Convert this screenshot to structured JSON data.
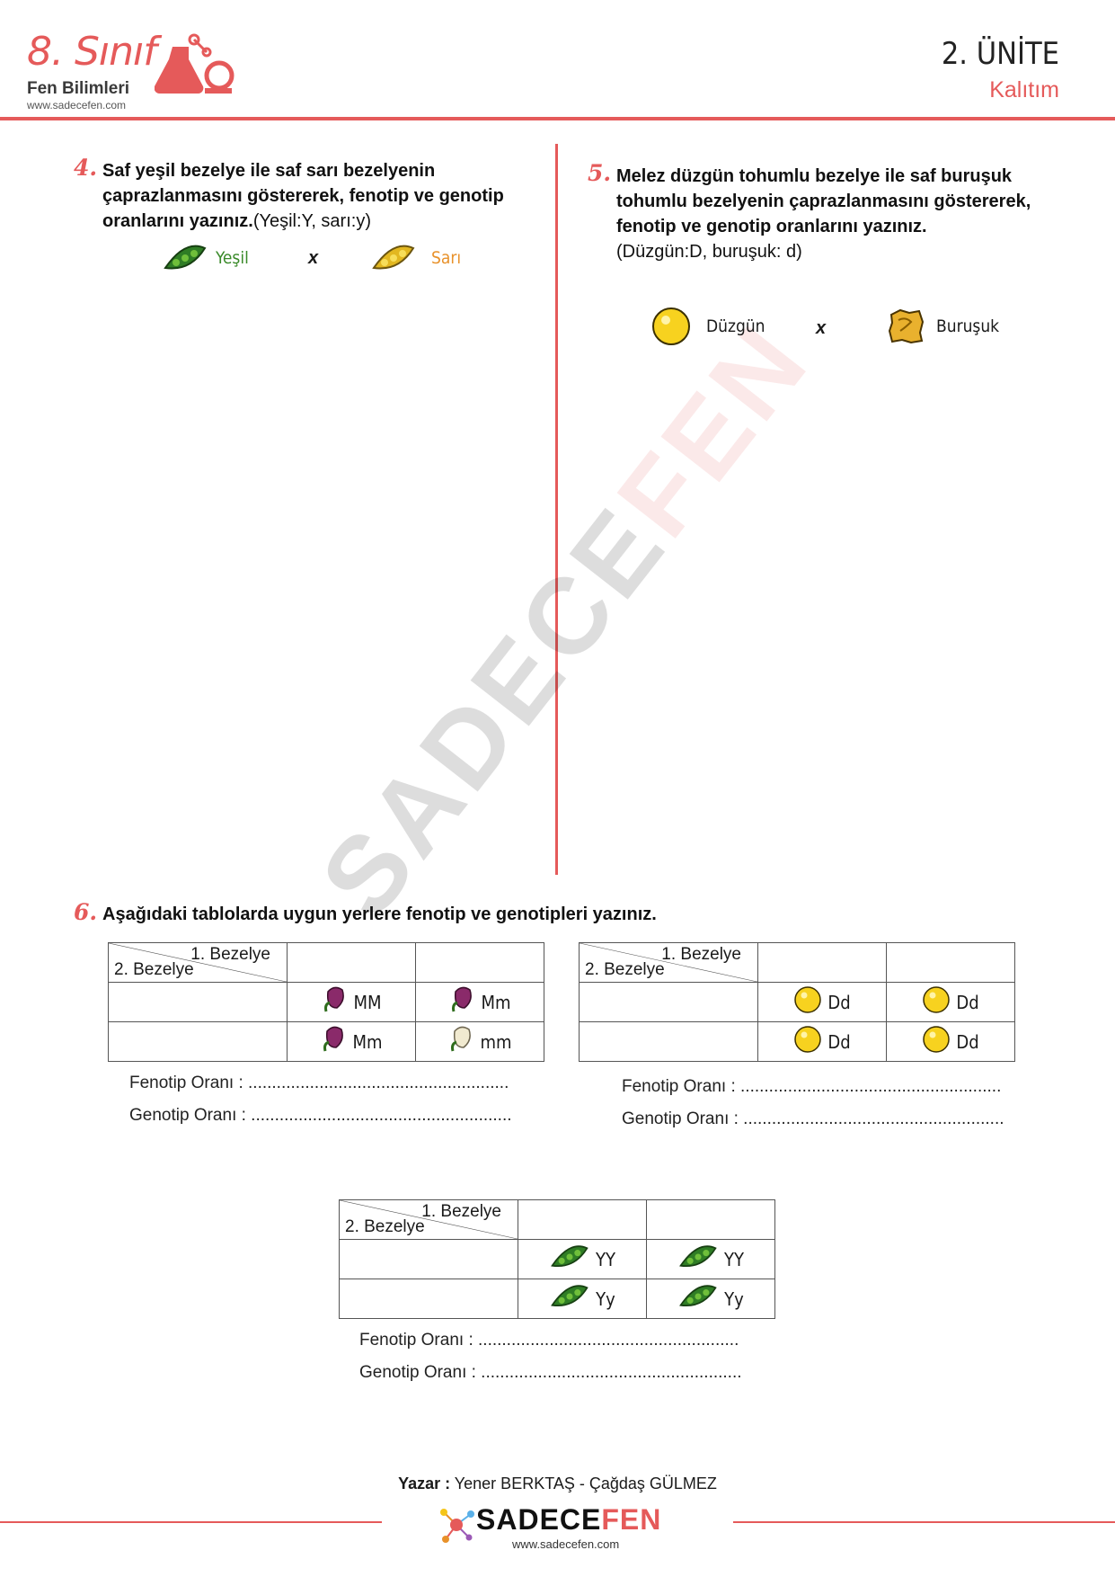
{
  "header": {
    "brand_title": "8. Sınıf",
    "brand_subtitle": "Fen Bilimleri",
    "brand_url": "www.sadecefen.com",
    "unit_number": "2. ÜNİTE",
    "unit_name": "Kalıtım"
  },
  "questions": {
    "q4": {
      "number": "4.",
      "bold": "Saf yeşil bezelye ile saf sarı bezelyenin çaprazlanmasını göstererek, fenotip ve genotip oranlarını yazınız.",
      "normal": "(Yeşil:Y, sarı:y)",
      "left_label": "Yeşil",
      "cross": "x",
      "right_label": "Sarı"
    },
    "q5": {
      "number": "5.",
      "bold": "Melez düzgün tohumlu bezelye ile saf buruşuk tohumlu bezelyenin çaprazlanmasını göstererek, fenotip ve genotip oranlarını yazınız.",
      "normal": "(Düzgün:D, buruşuk: d)",
      "left_label": "Düzgün",
      "cross": "x",
      "right_label": "Buruşuk"
    },
    "q6": {
      "number": "6.",
      "text": "Aşağıdaki tablolarda uygun yerlere fenotip ve genotipleri yazınız."
    }
  },
  "tables": {
    "t1": {
      "header1": "1. Bezelye",
      "header2": "2. Bezelye",
      "r1c1": "MM",
      "r1c2": "Mm",
      "r2c1": "Mm",
      "r2c2": "mm",
      "fenotip": "Fenotip Oranı : .......................................................",
      "genotip": "Genotip Oranı : ......................................................."
    },
    "t2": {
      "header1": "1. Bezelye",
      "header2": "2. Bezelye",
      "r1c1": "Dd",
      "r1c2": "Dd",
      "r2c1": "Dd",
      "r2c2": "Dd",
      "fenotip": "Fenotip Oranı : .......................................................",
      "genotip": "Genotip Oranı : ......................................................."
    },
    "t3": {
      "header1": "1. Bezelye",
      "header2": "2. Bezelye",
      "r1c1": "YY",
      "r1c2": "YY",
      "r2c1": "Yy",
      "r2c2": "Yy",
      "fenotip": "Fenotip Oranı : .......................................................",
      "genotip": "Genotip Oranı : ......................................................."
    }
  },
  "footer": {
    "author_label": "Yazar :",
    "author_names": " Yener BERKTAŞ - Çağdaş GÜLMEZ",
    "logo_a": "SADECE",
    "logo_b": "FEN",
    "url": "www.sadecefen.com"
  },
  "watermark": {
    "a": "SADECE",
    "b": "FEN"
  },
  "colors": {
    "accent": "#e55a5a",
    "green": "#3a8a2a",
    "yellow": "#f5c518",
    "orange": "#e8912a"
  }
}
